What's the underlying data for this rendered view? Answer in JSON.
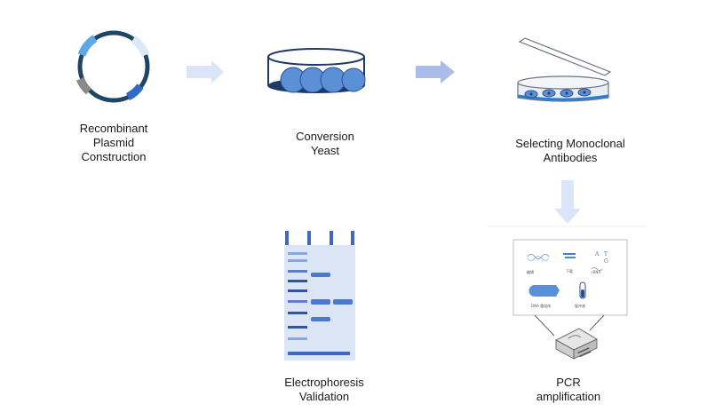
{
  "steps": {
    "plasmid": "Recombinant\nPlasmid\nConstruction",
    "yeast": "Conversion\nYeast",
    "antibodies": "Selecting Monoclonal\nAntibodies",
    "electrophoresis": "Electrophoresis\nValidation",
    "pcr": "PCR\namplification"
  },
  "pcr_panel": {
    "labels": [
      "编辑",
      "下载",
      "rRNA",
      "DNA 重组体",
      "缓冲液"
    ],
    "bases": "A  T\n   G"
  },
  "colors": {
    "dark_blue": "#2a4f8f",
    "mid_blue": "#5b8fd6",
    "light_blue": "#a9c4ee",
    "arrow": "#b4c8ee",
    "gel_bg": "#dbe5f6",
    "plasmid_ring": "#1f4565"
  }
}
